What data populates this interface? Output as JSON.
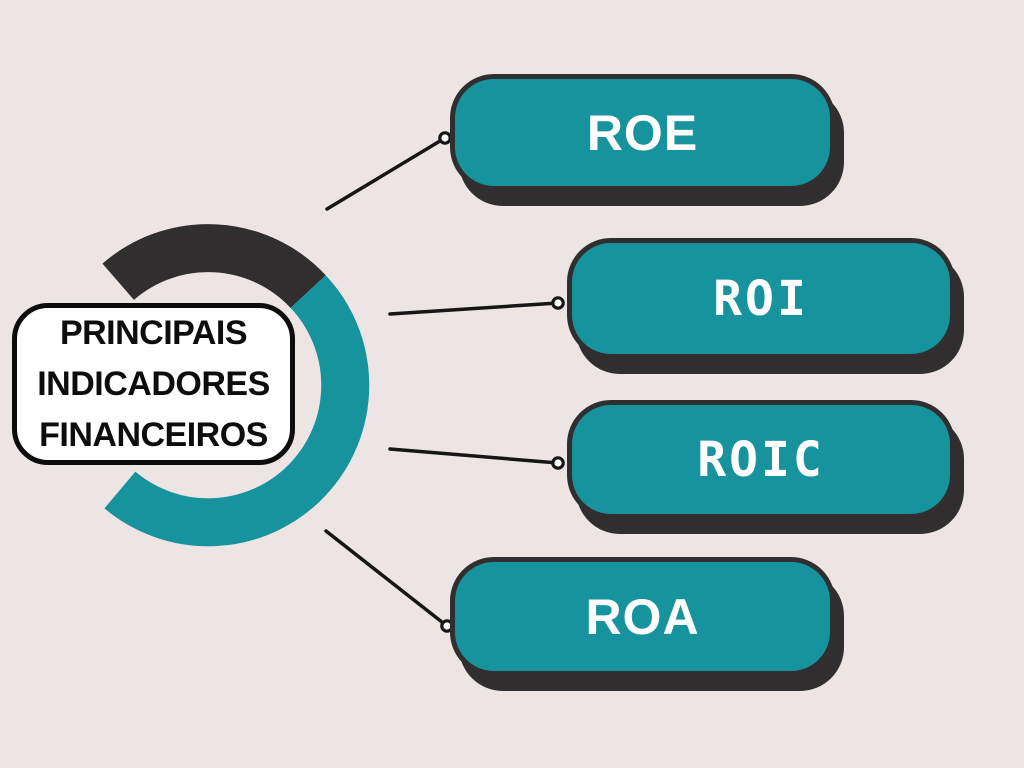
{
  "center": {
    "lines": [
      "PRINCIPAIS",
      "INDICADORES",
      "FINANCEIROS"
    ]
  },
  "nodes": [
    {
      "id": "roe",
      "label": "ROE"
    },
    {
      "id": "roi",
      "label": "ROI"
    },
    {
      "id": "roic",
      "label": "ROIC"
    },
    {
      "id": "roa",
      "label": "ROA"
    }
  ],
  "colors": {
    "background": "#ece5e3",
    "teal": "#16939d",
    "dark": "#312e2f",
    "line": "#161616",
    "box_bg": "#ffffff",
    "box_border": "#0d0d0d",
    "center_text": "#0d0d0d",
    "node_text": "#ffffff"
  }
}
